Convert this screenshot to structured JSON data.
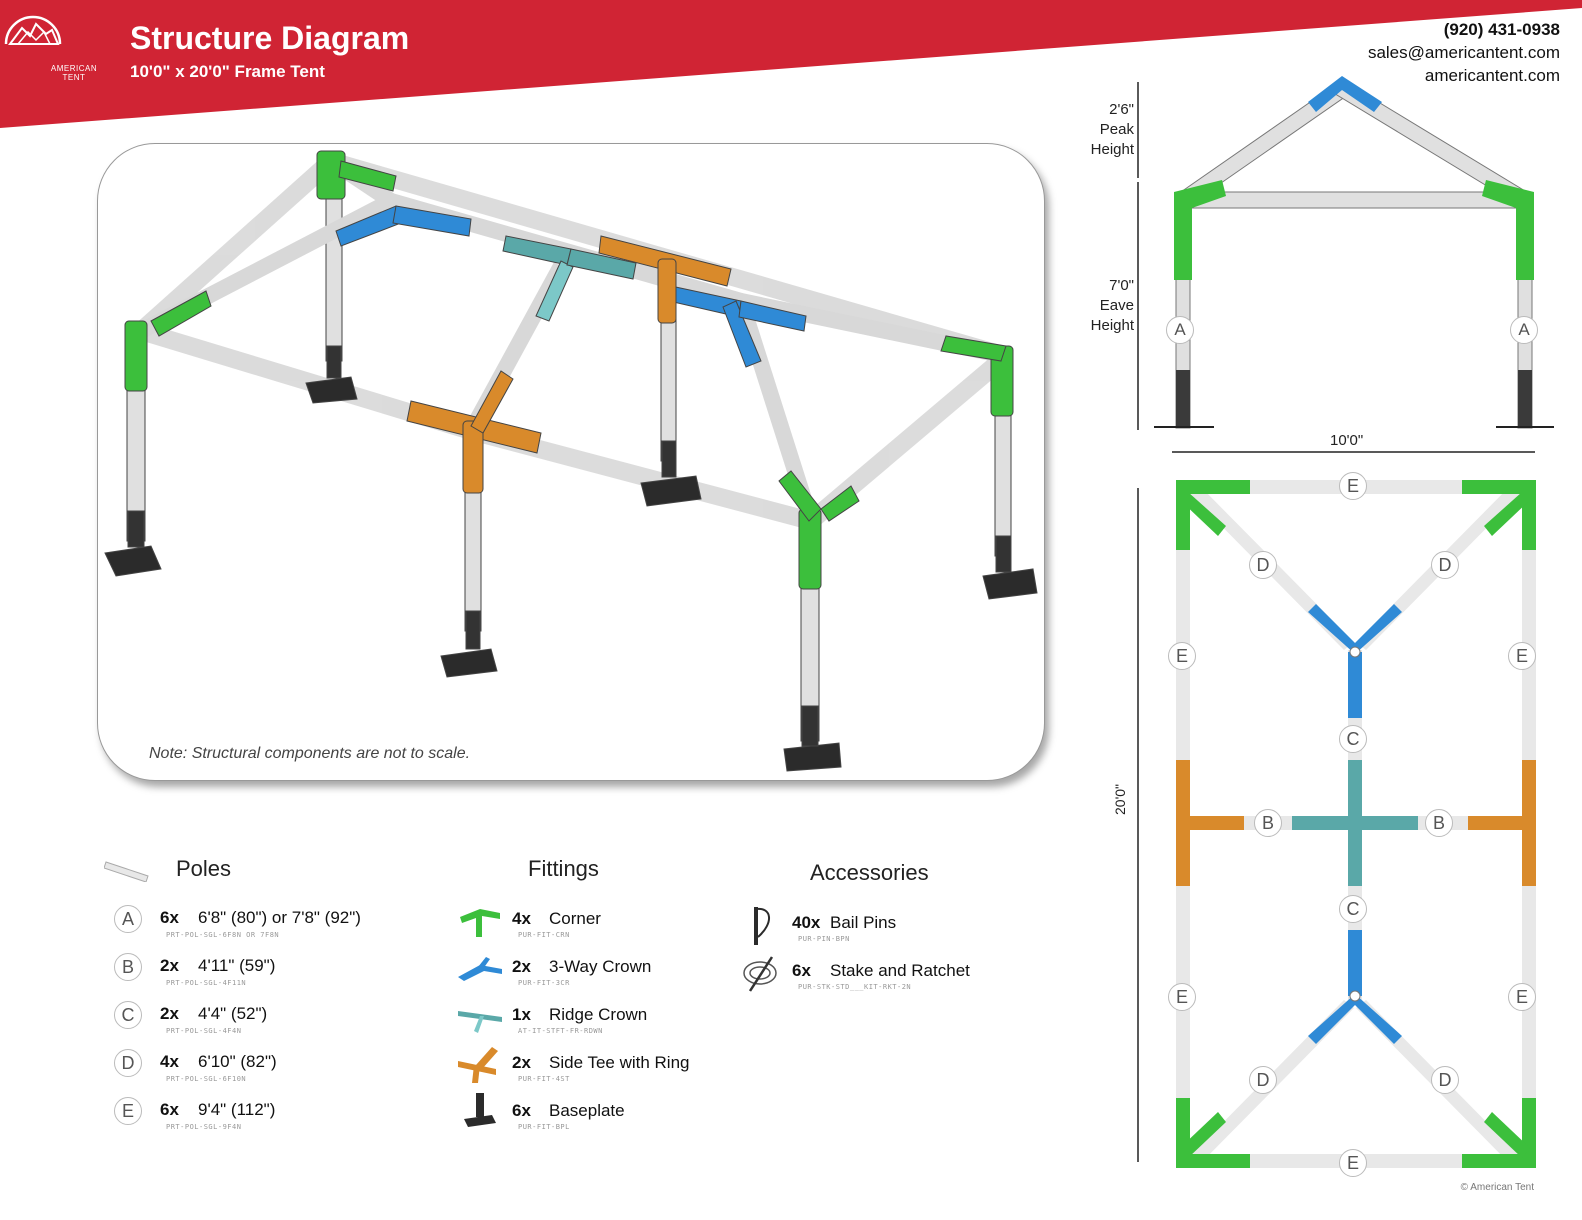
{
  "header": {
    "logo_line1": "AMERICAN",
    "logo_line2": "TENT",
    "title": "Structure Diagram",
    "subtitle": "10'0\" x 20'0\" Frame Tent",
    "phone": "(920) 431-0938",
    "email": "sales@americantent.com",
    "website": "americantent.com"
  },
  "colors": {
    "brand_red": "#d02434",
    "corner_green": "#3cbf3c",
    "crown_blue": "#2f8ad6",
    "ridge_teal": "#5aa8a8",
    "sidetee_orange": "#d98a2b",
    "pole_grey": "#dcdcdc",
    "baseplate_black": "#2b2b2b"
  },
  "diagram": {
    "note": "Note: Structural components are not to scale."
  },
  "legend": {
    "poles": {
      "title": "Poles",
      "items": [
        {
          "letter": "A",
          "qty": "6x",
          "size": "6'8\" (80\") or 7'8\" (92\")",
          "part": "PRT-POL-SGL-6F8N OR 7F8N"
        },
        {
          "letter": "B",
          "qty": "2x",
          "size": "4'11\" (59\")",
          "part": "PRT-POL-SGL-4F11N"
        },
        {
          "letter": "C",
          "qty": "2x",
          "size": "4'4\" (52\")",
          "part": "PRT-POL-SGL-4F4N"
        },
        {
          "letter": "D",
          "qty": "4x",
          "size": "6'10\" (82\")",
          "part": "PRT-POL-SGL-6F10N"
        },
        {
          "letter": "E",
          "qty": "6x",
          "size": "9'4\" (112\")",
          "part": "PRT-POL-SGL-9F4N"
        }
      ]
    },
    "fittings": {
      "title": "Fittings",
      "items": [
        {
          "icon": "corner-fitting-icon",
          "qty": "4x",
          "name": "Corner",
          "part": "PUR-FIT-CRN"
        },
        {
          "icon": "three-way-crown-icon",
          "qty": "2x",
          "name": "3-Way Crown",
          "part": "PUR-FIT-3CR"
        },
        {
          "icon": "ridge-crown-icon",
          "qty": "1x",
          "name": "Ridge Crown",
          "part": "AT-IT-STFT-FR-RDWN"
        },
        {
          "icon": "side-tee-icon",
          "qty": "2x",
          "name": "Side Tee with Ring",
          "part": "PUR-FIT-4ST"
        },
        {
          "icon": "baseplate-icon",
          "qty": "6x",
          "name": "Baseplate",
          "part": "PUR-FIT-BPL"
        }
      ]
    },
    "accessories": {
      "title": "Accessories",
      "items": [
        {
          "icon": "bail-pin-icon",
          "qty": "40x",
          "name": "Bail Pins",
          "part": "PUR-PIN-BPN"
        },
        {
          "icon": "stake-ratchet-icon",
          "qty": "6x",
          "name": "Stake and Ratchet",
          "part": "PUR-STK-STD___KIT-RKT-2N"
        }
      ]
    }
  },
  "side_view": {
    "peak": "2'6\"",
    "peak_label1": "Peak",
    "peak_label2": "Height",
    "eave": "7'0\"",
    "eave_label1": "Eave",
    "eave_label2": "Height",
    "leg_letter": "A",
    "width": "10'0\""
  },
  "plan_view": {
    "length": "20'0\"",
    "labels": {
      "e": "E",
      "d": "D",
      "c": "C",
      "b": "B"
    }
  },
  "footer": {
    "copyright": "© American Tent"
  }
}
